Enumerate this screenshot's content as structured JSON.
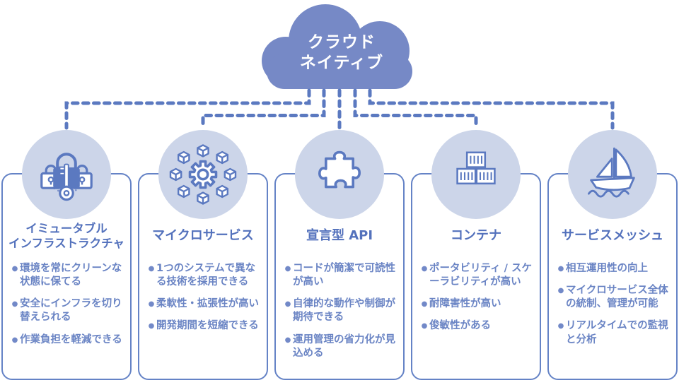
{
  "diagram": {
    "root": {
      "title_line1": "クラウド",
      "title_line2": "ネイティブ"
    },
    "colors": {
      "cloud_fill": "#7689c6",
      "outline_blue": "#5b79c0",
      "circle_bg": "#ccd5e9",
      "card_border": "#6583c6",
      "title_text": "#5371bc",
      "body_text": "#6a84c4"
    },
    "connector_style": "dashed-elbow",
    "cards": [
      {
        "icon": "padlocks-key-icon",
        "title_line1": "イミュータブル",
        "title_line2": "インフラストラクチャ",
        "bullets": [
          "環境を常にクリーンな状態に保てる",
          "安全にインフラを切り替えられる",
          "作業負担を軽減できる"
        ]
      },
      {
        "icon": "gear-cubes-icon",
        "title_line1": "マイクロサービス",
        "title_line2": "",
        "bullets": [
          "1つのシステムで異なる技術を採用できる",
          "柔軟性・拡張性が高い",
          "開発期間を短縮できる"
        ]
      },
      {
        "icon": "puzzle-piece-icon",
        "title_line1": "宣言型 API",
        "title_line2": "",
        "bullets": [
          "コードが簡潔で可読性が高い",
          "自律的な動作や制御が期待できる",
          "運用管理の省力化が見込める"
        ]
      },
      {
        "icon": "containers-icon",
        "title_line1": "コンテナ",
        "title_line2": "",
        "bullets": [
          "ポータビリティ / スケーラビリティが高い",
          "耐障害性が高い",
          "俊敏性がある"
        ]
      },
      {
        "icon": "sailboat-icon",
        "title_line1": "サービスメッシュ",
        "title_line2": "",
        "bullets": [
          "相互運用性の向上",
          "マイクロサービス全体の統制、管理が可能",
          "リアルタイムでの監視と分析"
        ]
      }
    ]
  }
}
